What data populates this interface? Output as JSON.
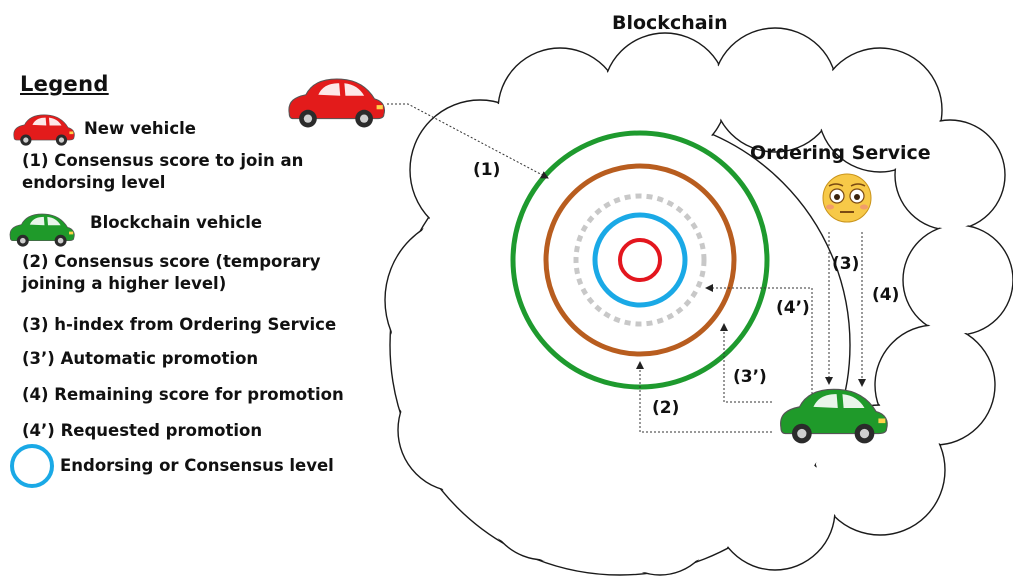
{
  "diagram_title": "Blockchain",
  "legend": {
    "title": "Legend",
    "new_vehicle": "New vehicle",
    "item_1": "(1) Consensus score to join an endorsing level",
    "blockchain_vehicle": "Blockchain vehicle",
    "item_2": "(2) Consensus score (temporary joining a higher level)",
    "item_3": "(3) h-index from Ordering Service",
    "item_3p": "(3’) Automatic promotion",
    "item_4": "(4) Remaining score for promotion",
    "item_4p": "(4’) Requested promotion",
    "level": "Endorsing or Consensus level"
  },
  "ordering_service": {
    "label": "Ordering Service"
  },
  "arrow_labels": {
    "a1": "(1)",
    "a2": "(2)",
    "a3": "(3)",
    "a3p": "(3’)",
    "a4": "(4)",
    "a4p": "(4’)"
  },
  "colors": {
    "new_vehicle": "#e31b1b",
    "blockchain_vehicle": "#1f9a2a",
    "ring_outer": "#1e9a2e",
    "ring_second": "#b85d1f",
    "ring_dashed": "#c8c8c8",
    "ring_blue": "#1aa9e6",
    "ring_inner": "#e3161e",
    "emoji_face": "#f7c948"
  }
}
